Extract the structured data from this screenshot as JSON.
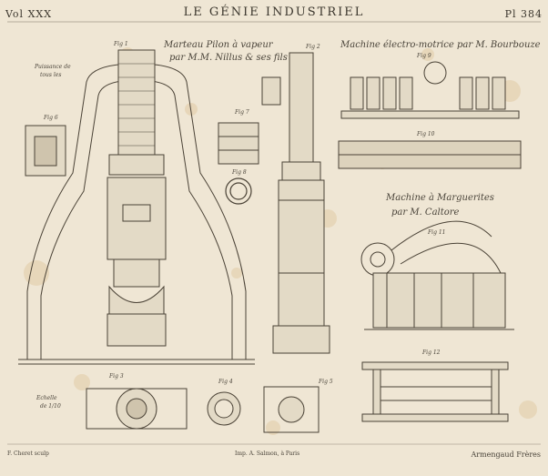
{
  "header": {
    "volume": "Vol XXX",
    "title": "LE GÉNIE INDUSTRIEL",
    "plate": "Pl 384"
  },
  "captions": {
    "steam_hammer_1": "Marteau Pilon à vapeur",
    "steam_hammer_2": "par M.M. Nillus & ses fils",
    "dynamo": "Machine électro-motrice par M. Bourbouze",
    "daisy_1": "Machine à Marguerites",
    "daisy_2": "par M. Caltore",
    "section_label_1": "Puissance de",
    "section_label_2": "tous les",
    "scale_1": "Echelle",
    "scale_2": "de 1/10"
  },
  "figures": [
    "Fig 1",
    "Fig 2",
    "Fig 3",
    "Fig 4",
    "Fig 5",
    "Fig 6",
    "Fig 7",
    "Fig 8",
    "Fig 9",
    "Fig 10",
    "Fig 11",
    "Fig 12"
  ],
  "footer": {
    "engraver": "F. Cheret sculp",
    "printer": "Imp. A. Salmon, à Paris",
    "publisher": "Armengaud Frères"
  },
  "colors": {
    "paper": "#efe6d4",
    "ink": "#3a352c",
    "fox": "#d9b98a"
  }
}
